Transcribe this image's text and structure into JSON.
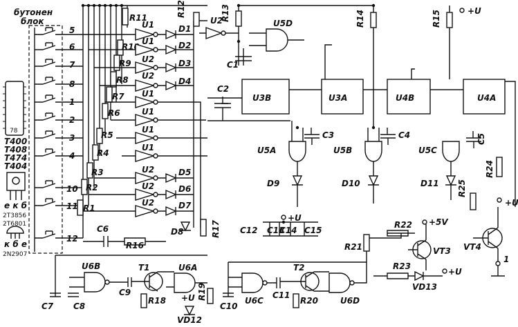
{
  "button_block_label": [
    "бутонен",
    "блок"
  ],
  "button_numbers": [
    "5",
    "6",
    "7",
    "8",
    "1",
    "2",
    "3",
    "4",
    "10",
    "11",
    "12"
  ],
  "chips": [
    "T400",
    "T408",
    "T474",
    "T404"
  ],
  "pinout": {
    "ekb": "e к б",
    "q1": "2T3856",
    "q2": "2T6801",
    "kbe": "к б е",
    "q3": "2N2907"
  },
  "power": {
    "v1": "+U",
    "v2": "+U",
    "v3": "+U",
    "v4": "+U",
    "v5": "+5V"
  },
  "resistors": [
    "R1",
    "R2",
    "R3",
    "R4",
    "R5",
    "R6",
    "R7",
    "R8",
    "R9",
    "R10",
    "R11",
    "R12",
    "R13",
    "R14",
    "R15",
    "R16",
    "R17",
    "R18",
    "R19",
    "R20",
    "R21",
    "R22",
    "R23",
    "R24",
    "R25"
  ],
  "capacitors": [
    "C1",
    "C2",
    "C3",
    "C4",
    "C5",
    "C6",
    "C7",
    "C8",
    "C9",
    "C10",
    "C11",
    "C12",
    "C13",
    "C14",
    "C15"
  ],
  "diodes": [
    "D1",
    "D2",
    "D3",
    "D4",
    "D5",
    "D6",
    "D7",
    "D8",
    "D9",
    "D10",
    "D11",
    "VD12",
    "VD13"
  ],
  "transistors": [
    "T1",
    "T2",
    "VT3",
    "VT4"
  ],
  "inverters": {
    "u1a": "U1",
    "u1b": "U1",
    "u2a": "U2",
    "u2b": "U2",
    "u1c": "U1",
    "u1d": "U1",
    "u1e": "U1",
    "u1f": "U1",
    "u2c": "U2",
    "u2d": "U2",
    "u2e": "U2",
    "u2top": "U2"
  },
  "gates": {
    "u5d": "U5D",
    "u3b": "U3B",
    "u3a": "U3A",
    "u4b": "U4B",
    "u4a": "U4A",
    "u5a": "U5A",
    "u5b": "U5B",
    "u5c": "U5C",
    "u6b": "U6B",
    "u6a": "U6A",
    "u6c": "U6C",
    "u6d": "U6D"
  },
  "output_label": "1"
}
